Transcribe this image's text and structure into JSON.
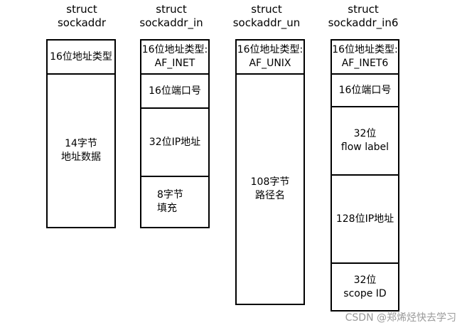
{
  "structs": [
    {
      "title": "struct\nsockaddr",
      "fields": [
        "16位地址类型",
        "14字节\n地址数据"
      ]
    },
    {
      "title": "struct\nsockaddr_in",
      "fields": [
        "16位地址类型:\nAF_INET",
        "16位端口号",
        "32位IP地址",
        "8字节\n填充"
      ]
    },
    {
      "title": "struct\nsockaddr_un",
      "fields": [
        "16位地址类型:\nAF_UNIX",
        "108字节\n路径名"
      ]
    },
    {
      "title": "struct\nsockaddr_in6",
      "fields": [
        "16位地址类型:\nAF_INET6",
        "16位端口号",
        "32位\nflow label",
        "128位IP地址",
        "32位\nscope ID"
      ]
    }
  ],
  "watermark": "CSDN @郑烯烃快去学习"
}
